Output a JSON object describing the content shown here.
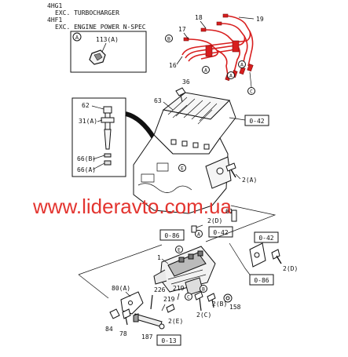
{
  "header": {
    "line1": "4HG1",
    "line2": "EXC. TURBOCHARGER",
    "line3": "4HF1",
    "line4": "EXC. ENGINE POWER N-SPEC"
  },
  "watermark": "www.lideravto.com.ua",
  "inset_top": {
    "marker": "A",
    "part_label": "113(A)"
  },
  "inset_injector": {
    "labels": [
      "62",
      "31(A)",
      "66(B)",
      "66(A)"
    ]
  },
  "callouts": {
    "c18": "18",
    "c19": "19",
    "c17": "17",
    "c16": "16",
    "c36": "36",
    "c63": "63",
    "c61": "61",
    "c2a_top": "2(A)",
    "c2d_mid": "2(D)",
    "c1": "1",
    "c80a": "80(A)",
    "c226": "226",
    "c219a": "219",
    "c219b": "219",
    "c2d_right": "2(D)",
    "c84": "84",
    "c78": "78",
    "c187": "187",
    "c2e": "2(E)",
    "c2b": "2(B)",
    "c2c": "2(C)",
    "c158": "158"
  },
  "markers": {
    "pipe_a1": "A",
    "pipe_a2": "A",
    "pipe_a3": "A",
    "pipe_b": "B",
    "pipe_c": "C",
    "engine_e": "E",
    "pump_e": "E",
    "pump_a": "A",
    "bot_b": "B",
    "bot_c": "C"
  },
  "refs": {
    "r042_top": "0-42",
    "r086_left": "0-86",
    "r042_mid": "0-42",
    "r042_right": "0-42",
    "r086_right": "0-86",
    "r013": "0-13"
  },
  "colors": {
    "line": "#111111",
    "pipe_red": "#d81e1e",
    "watermark_red": "#e3342f"
  }
}
